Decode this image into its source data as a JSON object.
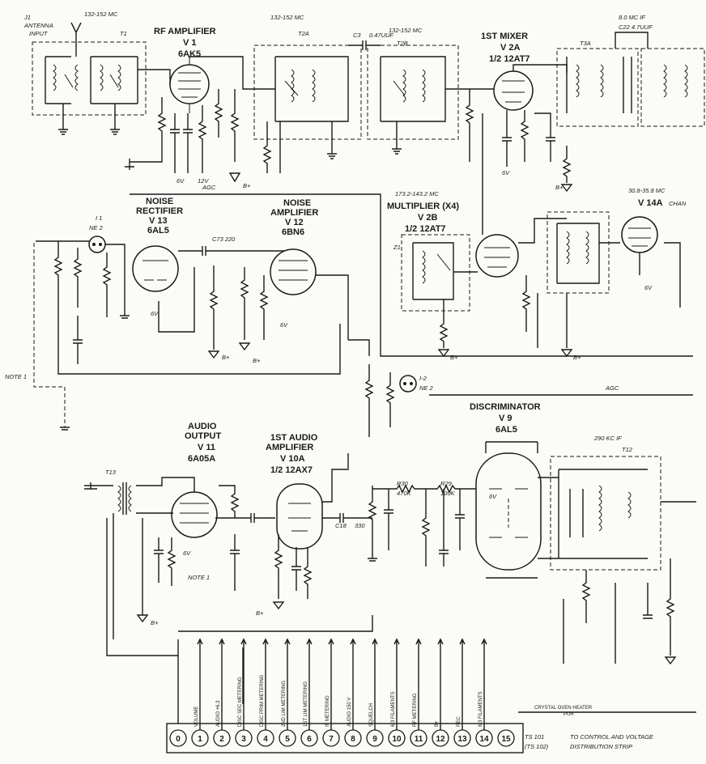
{
  "labels": {
    "j1": "J1",
    "antenna_input": "ANTENNA",
    "input": "INPUT",
    "freq_in": "132-152 MC",
    "t1": "T1",
    "rf_amp_title": "RF AMPLIFIER",
    "rf_amp_v": "V 1",
    "rf_amp_tube": "6AK5",
    "t2a_freq": "132-152 MC",
    "t2a": "T2A",
    "c3": "C3",
    "c3_val": "0.47UUF",
    "t2b_freq": "132-152 MC",
    "t2b": "T2B",
    "mixer_title": "1ST MIXER",
    "mixer_v": "V 2A",
    "mixer_tube": "1/2 12AT7",
    "if_freq": "8.0 MC IF",
    "if_cap": "C22 4.7UUF",
    "t3a": "T3A",
    "noise_rect_title1": "NOISE",
    "noise_rect_title2": "RECTIFIER",
    "noise_rect_v": "V 13",
    "noise_rect_tube": "6AL5",
    "noise_amp_title1": "NOISE",
    "noise_amp_title2": "AMPLIFIER",
    "noise_amp_v": "V 12",
    "noise_amp_tube": "6BN6",
    "i1": "I 1",
    "ne2": "NE 2",
    "c73": "C73 220",
    "mult_freq": "173.2-143.2 MC",
    "mult_title": "MULTIPLIER (X4)",
    "mult_v": "V 2B",
    "mult_tube": "1/2 12AT7",
    "z1": "Z1",
    "osc_freq": "30.8-35.8 MC",
    "osc_v": "V 14A",
    "chan": "CHAN",
    "agc": "AGC",
    "note1": "NOTE 1",
    "i2": "I-2",
    "ne2b": "NE 2",
    "disc_title": "DISCRIMINATOR",
    "disc_v": "V 9",
    "disc_tube": "6AL5",
    "if2_freq": "290 KC IF",
    "t12": "T12",
    "audio_out_title1": "AUDIO",
    "audio_out_title2": "OUTPUT",
    "audio_out_v": "V 11",
    "audio_out_tube": "6A05A",
    "audio_amp_title1": "1ST AUDIO",
    "audio_amp_title2": "AMPLIFIER",
    "audio_amp_v": "V 10A",
    "audio_amp_tube": "1/2 12AX7",
    "t13": "T13",
    "note1b": "NOTE 1",
    "c18": "C18",
    "c18_val": "330",
    "r30": "R30",
    "r30_val": "470K",
    "r29": "R29",
    "r29_val": "100K",
    "b_plus": "B+",
    "ts_label1": "TS 101",
    "ts_label2": "(TS 102)",
    "ts_desc1": "TO CONTROL AND VOLTAGE",
    "ts_desc2": "DISTRIBUTION STRIP",
    "crystal_label": "CRYSTAL OVEN HEATER",
    "pur": "PUR",
    "sixv": "6V",
    "twelvev": "12V"
  },
  "terminals": [
    "0",
    "1",
    "2",
    "3",
    "4",
    "5",
    "6",
    "7",
    "8",
    "9",
    "10",
    "11",
    "12",
    "13",
    "14",
    "15"
  ],
  "strip_wires": [
    "VOLUME",
    "AUDIO +6.3",
    "DISC SEC METERING",
    "DISC PRIM METERING",
    "2ND LIM METERING",
    "1ST LIM METERING",
    "IF METERING",
    "AUDIO 150 V",
    "SQUELCH",
    "6.3 FILAMENTS",
    "RF METERING",
    "B+",
    "REC",
    "6.3 FILAMENTS"
  ]
}
